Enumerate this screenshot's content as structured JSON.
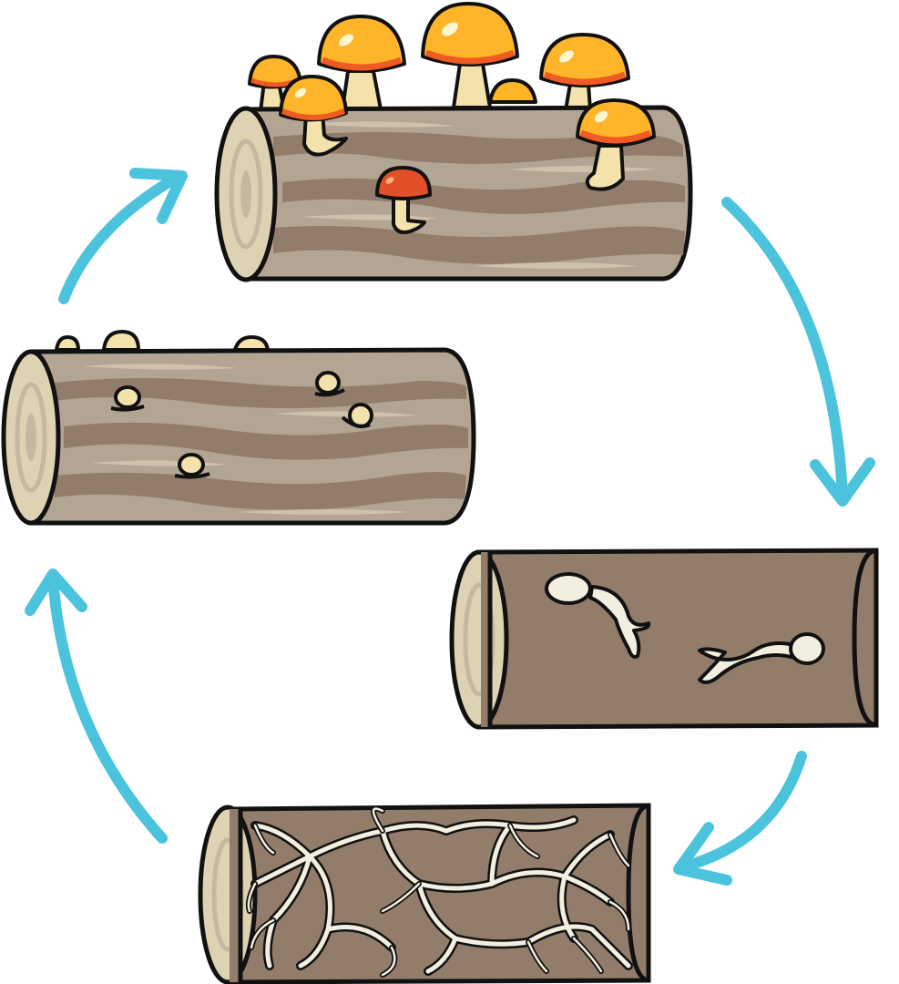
{
  "diagram": {
    "stages": [
      {
        "id": "fruiting",
        "depicts": "log-with-mature-mushrooms"
      },
      {
        "id": "spores",
        "depicts": "log-section-with-germinating-spores"
      },
      {
        "id": "mycelium",
        "depicts": "log-section-with-mycelium-network"
      },
      {
        "id": "pinning",
        "depicts": "log-with-mushroom-pins"
      }
    ],
    "cycle_order": [
      "fruiting",
      "spores",
      "mycelium",
      "pinning",
      "fruiting"
    ]
  },
  "colors": {
    "arrow": "#4cc3dc",
    "outline": "#111111",
    "bark_light": "#b3a594",
    "bark_dark": "#927d6b",
    "log_end": "#ddd3b2",
    "log_end_ring": "#c4b8a0",
    "cap_top": "#ffb52a",
    "cap_edge": "#f05a23",
    "cap_red": "#e2502a",
    "stem": "#f4e2ac",
    "mycelium": "#f2eee0"
  }
}
